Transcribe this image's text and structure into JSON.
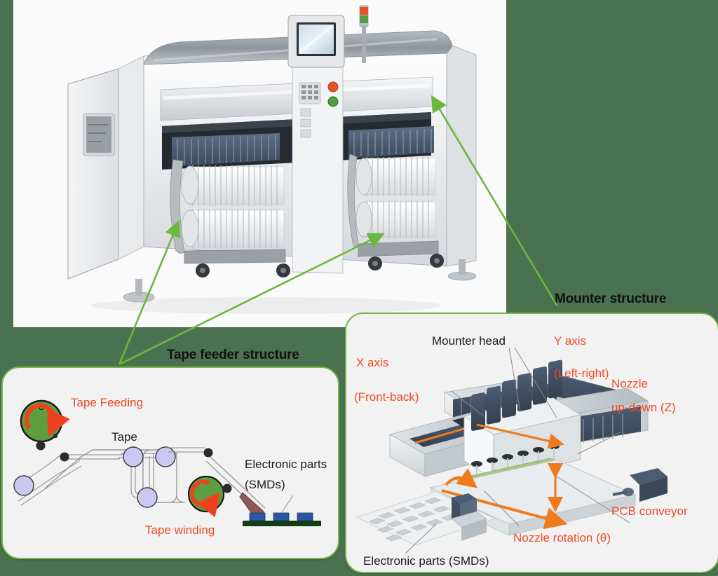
{
  "page": {
    "background_color": "#4a7150",
    "accent_green": "#7ab648",
    "accent_red": "#f04a23",
    "text_dark": "#1b1b1b"
  },
  "photo": {
    "alt_name": "smt-pick-and-place-mounter-machine-photo",
    "description": "Surface mount technology chip mounter machine with dual tape feeder carts, control panel and touchscreen"
  },
  "sections": [
    {
      "id": "tape_feeder",
      "title": "Tape feeder structure"
    },
    {
      "id": "mounter",
      "title": "Mounter structure"
    }
  ],
  "tape_feeder_panel": {
    "title": "Tape feeder structure",
    "labels": {
      "tape_feeding": "Tape Feeding",
      "tape": "Tape",
      "tape_winding": "Tape winding",
      "electronic_parts_line1": "Electronic parts",
      "electronic_parts_line2": "(SMDs)"
    },
    "colors": {
      "reel_fill": "#5f9e3e",
      "reel_stroke": "#1a1a1a",
      "rotation_arrow": "#f0411e",
      "roller_fill": "#c9c9f2",
      "roller_stroke": "#3a3a3a",
      "pin_fill": "#2b2b2b",
      "tape_stroke": "#9b9b9b",
      "pcb_board": "#123d12",
      "smd_part": "#2e56a8",
      "nozzle_tip": "#8c5b57"
    }
  },
  "mounter_panel": {
    "title": "Mounter structure",
    "labels": {
      "mounter_head": "Mounter head",
      "y_axis": "Y axis",
      "y_axis_sub": "(Left-right)",
      "x_axis": "X axis",
      "x_axis_sub": "(Front-back)",
      "nozzle_updown_line1": "Nozzle",
      "nozzle_updown_line2": "up-down (Z)",
      "pcb_conveyor": "PCB conveyor",
      "nozzle_rotation": "Nozzle rotation (θ)",
      "electronic_parts": "Electronic parts (SMDs)"
    },
    "colors": {
      "motion_arrow": "#f07b1e",
      "machine_light": "#e4e8ea",
      "machine_mid": "#b9c0c5",
      "machine_dark": "#3c4a5c",
      "pcb_green": "#a7c97f"
    }
  },
  "connectors": {
    "color": "#6ab83c",
    "arrows": [
      {
        "name": "tape-feeder-left-arrow",
        "from": [
          170,
          520
        ],
        "to": [
          251,
          325
        ]
      },
      {
        "name": "tape-feeder-right-arrow",
        "from": [
          170,
          520
        ],
        "to": [
          538,
          338
        ]
      },
      {
        "name": "mounter-arrow",
        "from": [
          795,
          437
        ],
        "to": [
          621,
          146
        ]
      }
    ]
  }
}
